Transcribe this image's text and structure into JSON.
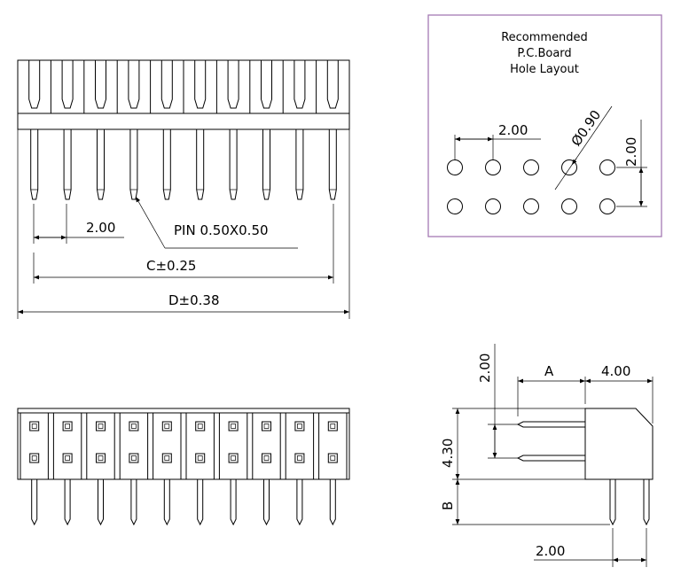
{
  "front_view": {
    "pitch_label": "2.00",
    "pin_label": "PIN  0.50X0.50",
    "c_label": "C±0.25",
    "d_label": "D±0.38",
    "pin_count": 10
  },
  "pcb_layout": {
    "title_line1": "Recommended",
    "title_line2": "P.C.Board",
    "title_line3": "Hole Layout",
    "pitch_h_label": "2.00",
    "hole_dia_label": "Ø0.90",
    "pitch_v_label": "2.00",
    "frame_color": "#a57ab3"
  },
  "top_view": {
    "pin_count": 10,
    "rows": 2
  },
  "side_view": {
    "dim_2_label": "2.00",
    "dim_a_label": "A",
    "dim_4_label": "4.00",
    "dim_430_label": "4.30",
    "dim_b_label": "B",
    "dim_bottom_label": "2.00"
  }
}
